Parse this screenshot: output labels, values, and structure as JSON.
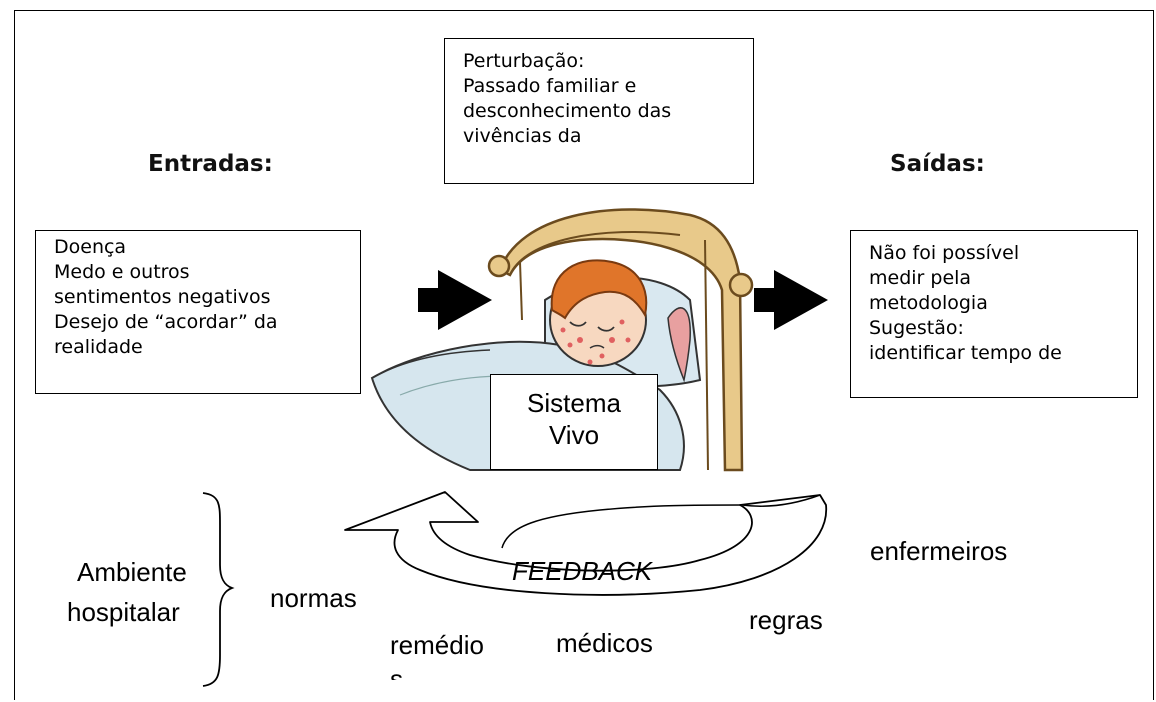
{
  "headings": {
    "inputs": "Entradas:",
    "outputs": "Saídas:"
  },
  "disturbance_box": {
    "lines": [
      "Perturbação:",
      "Passado familiar e",
      "desconhecimento das",
      "vivências da"
    ]
  },
  "inputs_box": {
    "lines": [
      "Doença",
      "Medo e outros",
      "sentimentos negativos",
      "Desejo de “acordar” da",
      "realidade"
    ]
  },
  "outputs_box": {
    "lines": [
      "Não foi possível",
      "medir pela",
      "metodologia",
      "Sugestão:",
      "identificar tempo de"
    ]
  },
  "system_box": {
    "lines": [
      "Sistema",
      "Vivo"
    ]
  },
  "feedback_label": "FEEDBACK",
  "environment_label": {
    "lines": [
      "Ambiente",
      "hospitalar"
    ]
  },
  "environment_items": {
    "normas": "normas",
    "remedio_line1": "remédio",
    "remedio_line2": "s",
    "medicos": "médicos",
    "regras": "regras",
    "enfermeiros": "enfermeiros"
  }
}
